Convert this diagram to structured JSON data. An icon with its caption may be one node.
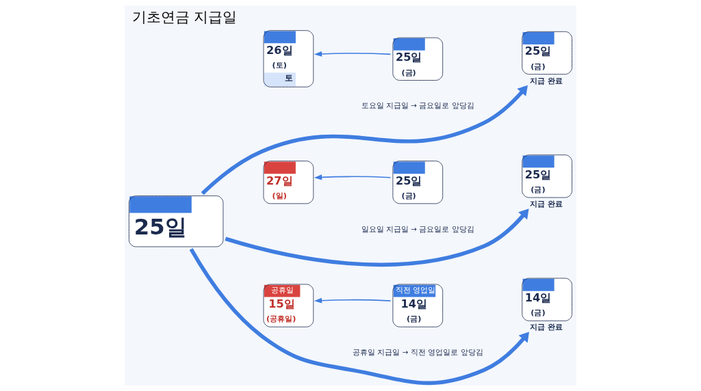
{
  "diagram": {
    "title": "기초연금 지급일",
    "nodes": [
      {
        "text": [
          "25일"
        ]
      },
      {
        "text": [
          "26일",
          "(토)",
          "토"
        ]
      },
      {
        "text": [
          "25일",
          "(금)"
        ]
      },
      {
        "text": [
          "25일",
          "(금)"
        ],
        "beside": [
          "지급 완료"
        ]
      },
      {
        "text": [
          "27일",
          "(일)"
        ]
      },
      {
        "text": [
          "25일",
          "(금)"
        ]
      },
      {
        "text": [
          "25일",
          "(금)"
        ],
        "beside": [
          "지급 완료"
        ]
      },
      {
        "text": [
          "공휴일",
          "15일",
          "(공휴일)"
        ]
      },
      {
        "text": [
          "직전 영업일",
          "14일",
          "(금)"
        ]
      },
      {
        "text": [
          "14일",
          "(금)"
        ],
        "beside": [
          "지급 완료"
        ]
      }
    ],
    "edges": [
      {
        "from": 0,
        "to": 3,
        "arrow": "to",
        "style": "thick"
      },
      {
        "from": 0,
        "to": 6,
        "arrow": "to",
        "style": "thick"
      },
      {
        "from": 0,
        "to": 9,
        "arrow": "to",
        "style": "thick"
      },
      {
        "from": 2,
        "to": 1,
        "arrow": "to"
      },
      {
        "from": 5,
        "to": 4,
        "arrow": "to"
      },
      {
        "from": 8,
        "to": 7,
        "arrow": "to"
      }
    ],
    "labels": [
      "토요일 지급일 → 금요일로 앞당김",
      "일요일 지급일 → 금요일로 앞당김",
      "공휴일 지급일 → 직전 영업일로 앞당김"
    ]
  }
}
